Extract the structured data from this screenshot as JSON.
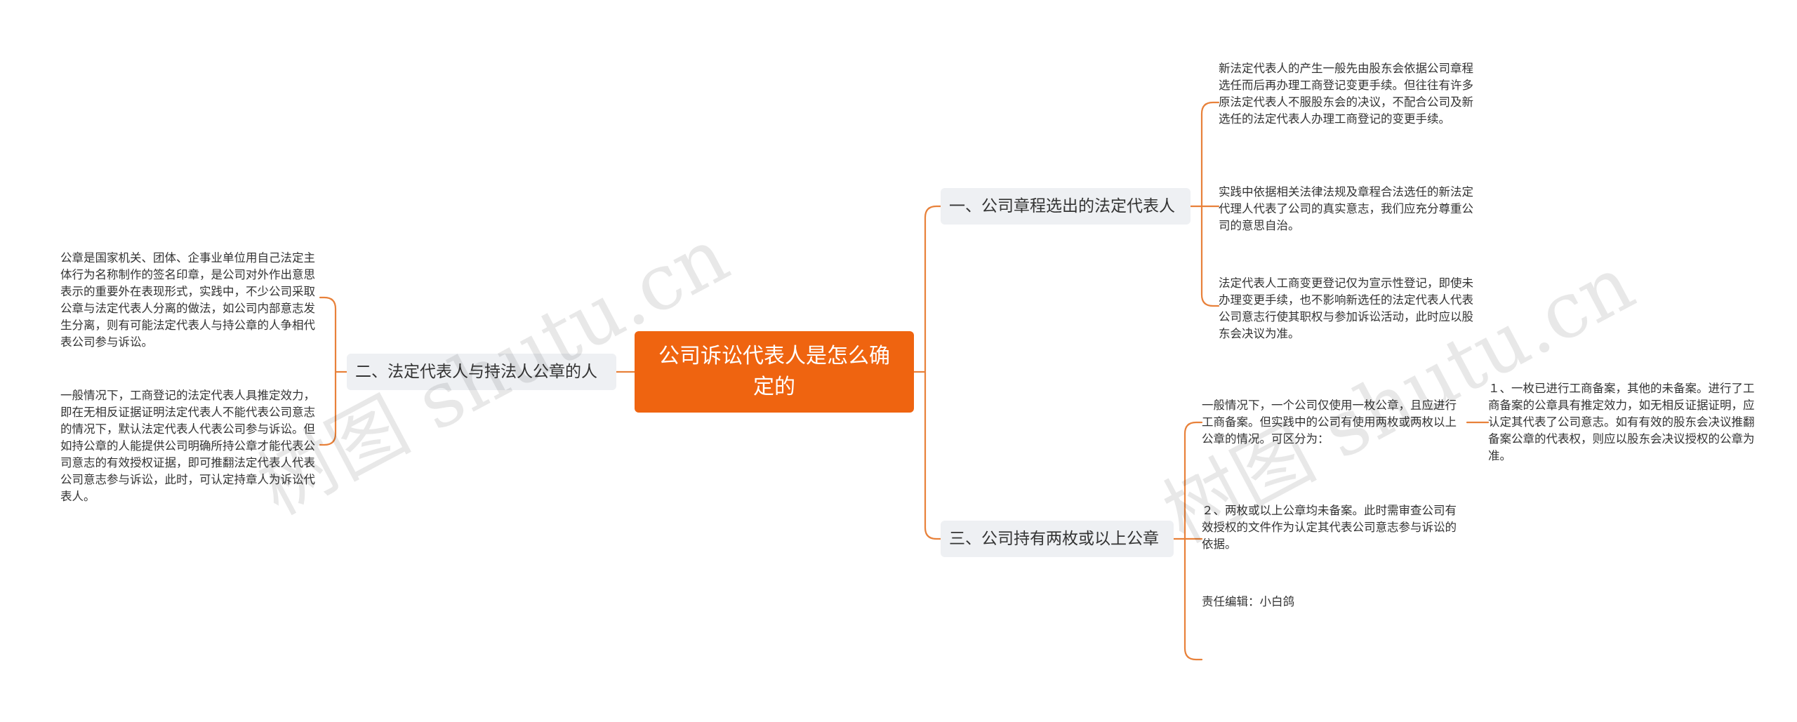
{
  "root": {
    "title": "公司诉讼代表人是怎么确定的"
  },
  "branches": {
    "b1": {
      "label": "一、公司章程选出的法定代表人",
      "leaves": [
        "新法定代表人的产生一般先由股东会依据公司章程选任而后再办理工商登记变更手续。但往往有许多原法定代表人不服股东会的决议，不配合公司及新选任的法定代表人办理工商登记的变更手续。",
        "实践中依据相关法律法规及章程合法选任的新法定代理人代表了公司的真实意志，我们应充分尊重公司的意思自治。",
        "法定代表人工商变更登记仅为宣示性登记，即使未办理变更手续，也不影响新选任的法定代表人代表公司意志行使其职权与参加诉讼活动，此时应以股东会决议为准。"
      ]
    },
    "b2": {
      "label": "二、法定代表人与持法人公章的人",
      "leaves": [
        "公章是国家机关、团体、企事业单位用自己法定主体行为名称制作的签名印章，是公司对外作出意思表示的重要外在表现形式，实践中，不少公司采取公章与法定代表人分离的做法，如公司内部意志发生分离，则有可能法定代表人与持公章的人争相代表公司参与诉讼。",
        "一般情况下，工商登记的法定代表人具推定效力，即在无相反证据证明法定代表人不能代表公司意志的情况下，默认法定代表人代表公司参与诉讼。但如持公章的人能提供公司明确所持公章才能代表公司意志的有效授权证据，即可推翻法定代表人代表公司意志参与诉讼，此时，可认定持章人为诉讼代表人。"
      ]
    },
    "b3": {
      "label": "三、公司持有两枚或以上公章",
      "leaves": [
        "一般情况下，一个公司仅使用一枚公章，且应进行工商备案。但实践中的公司有使用两枚或两枚以上公章的情况。可区分为：",
        "２、两枚或以上公章均未备案。此时需审查公司有效授权的文件作为认定其代表公司意志参与诉讼的依据。",
        "责任编辑：小白鸽"
      ],
      "subleaf": "１、一枚已进行工商备案，其他的未备案。进行了工商备案的公章具有推定效力，如无相反证据证明，应认定其代表了公司意志。如有有效的股东会决议推翻备案公章的代表权，则应以股东会决议授权的公章为准。"
    }
  },
  "watermarks": [
    "树图 shutu.cn",
    "树图 shutu.cn"
  ],
  "colors": {
    "accent": "#ef6410",
    "branch_bg": "#eef0f3",
    "line": "#e8813a"
  }
}
